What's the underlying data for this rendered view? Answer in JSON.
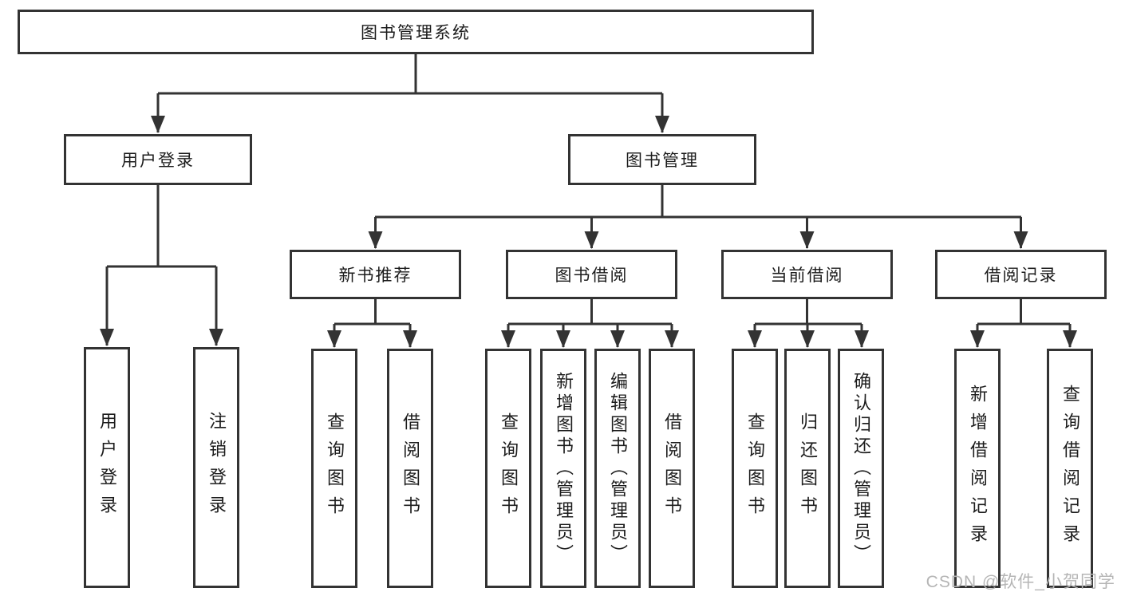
{
  "diagram": {
    "title": "图书管理系统",
    "type": "hierarchy-tree",
    "colors": {
      "line": "#333333",
      "text": "#1c1c1c",
      "box_bg": "#ffffff",
      "watermark": "#b5b5b5"
    },
    "watermark": "CSDN @软件_小贺同学"
  },
  "nodes": {
    "root": {
      "label": "图书管理系统"
    },
    "userLogin": {
      "label": "用户登录"
    },
    "bookMgmt": {
      "label": "图书管理"
    },
    "newBookRec": {
      "label": "新书推荐"
    },
    "bookBorrow": {
      "label": "图书借阅"
    },
    "currentBorrow": {
      "label": "当前借阅"
    },
    "borrowRecords": {
      "label": "借阅记录"
    },
    "loginLeaf": {
      "label": "用户登录"
    },
    "logoutLeaf": {
      "label": "注销登录"
    },
    "recQuery": {
      "label": "查询图书"
    },
    "recBorrow": {
      "label": "借阅图书"
    },
    "bbQuery": {
      "label": "查询图书"
    },
    "bbAdd": {
      "label": "新增图书（管理员）"
    },
    "bbEdit": {
      "label": "编辑图书（管理员）"
    },
    "bbBorrow": {
      "label": "借阅图书"
    },
    "cbQuery": {
      "label": "查询图书"
    },
    "cbReturn": {
      "label": "归还图书"
    },
    "cbConfirm": {
      "label": "确认归还（管理员）"
    },
    "brAdd": {
      "label": "新增借阅记录"
    },
    "brQuery": {
      "label": "查询借阅记录"
    }
  }
}
